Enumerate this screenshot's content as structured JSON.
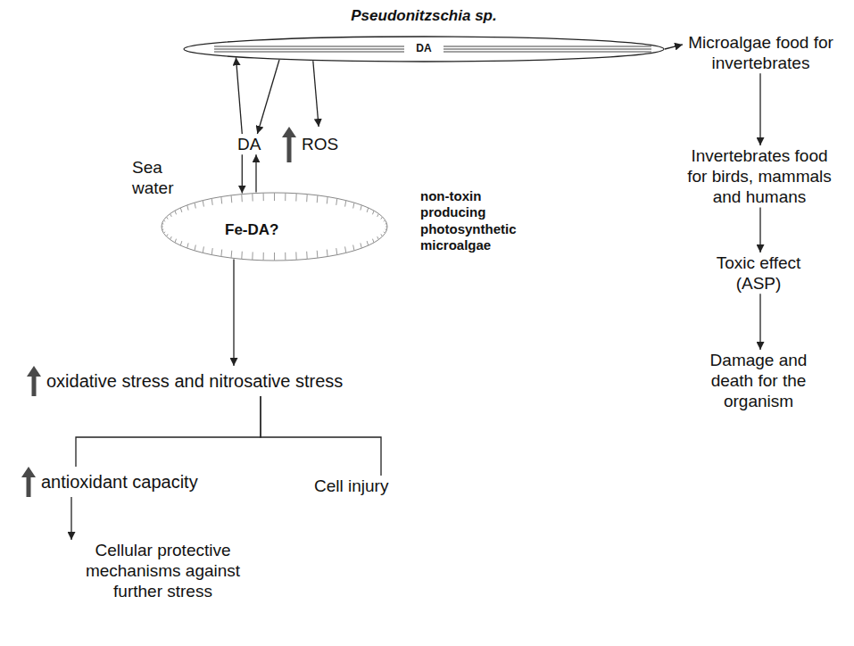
{
  "diagram": {
    "nodes": [
      {
        "text": [
          "Pseudonitzschia sp.",
          "DA"
        ]
      },
      {
        "text": [
          "Microalgae food for invertebrates"
        ]
      },
      {
        "text": [
          "DA"
        ]
      },
      {
        "text": [
          "ROS"
        ]
      },
      {
        "text": [
          "Fe-DA?",
          "non-toxin producing photosynthetic microalgae"
        ]
      },
      {
        "text": [
          "Invertebrates food for birds, mammals and humans"
        ]
      },
      {
        "text": [
          "oxidative stress and nitrosative stress"
        ]
      },
      {
        "text": [
          "Toxic effect (ASP)"
        ]
      },
      {
        "text": [
          "antioxidant capacity"
        ]
      },
      {
        "text": [
          "Cell injury"
        ]
      },
      {
        "text": [
          "Damage and death for the organism"
        ]
      },
      {
        "text": [
          "Cellular protective mechanisms against further stress"
        ]
      }
    ],
    "edges": [
      {
        "from": 0,
        "to": 1,
        "arrow": "to"
      },
      {
        "from": 0,
        "to": 2,
        "arrow": "to"
      },
      {
        "from": 2,
        "to": 0,
        "arrow": "to"
      },
      {
        "from": 0,
        "to": 3,
        "arrow": "to"
      },
      {
        "from": 2,
        "to": 4,
        "arrow": "to"
      },
      {
        "from": 4,
        "to": 2,
        "arrow": "to"
      },
      {
        "from": 4,
        "to": 6,
        "arrow": "to"
      },
      {
        "from": 6,
        "to": 8,
        "arrow": "none"
      },
      {
        "from": 6,
        "to": 9,
        "arrow": "none"
      },
      {
        "from": 8,
        "to": 11,
        "arrow": "to"
      },
      {
        "from": 1,
        "to": 5,
        "arrow": "to"
      },
      {
        "from": 5,
        "to": 7,
        "arrow": "to"
      },
      {
        "from": 7,
        "to": 10,
        "arrow": "to"
      }
    ],
    "labels": [
      "Sea water"
    ]
  }
}
